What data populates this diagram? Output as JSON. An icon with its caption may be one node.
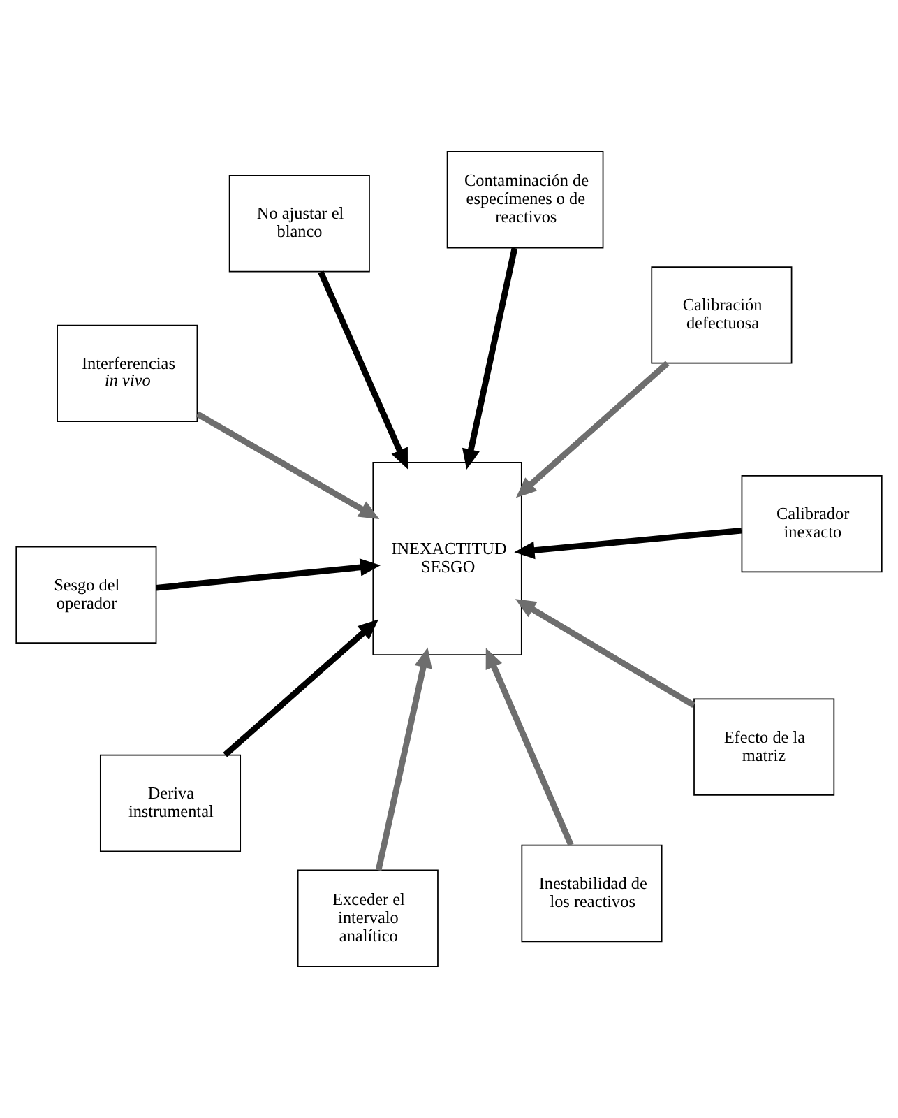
{
  "diagram": {
    "nodes": [
      {
        "text": [
          "Interferencias *in vivo*"
        ]
      },
      {
        "text": [
          "Calibración defectuosa"
        ]
      },
      {
        "text": [
          "Exceder el intervalo analítico"
        ]
      },
      {
        "text": [
          "Contaminación de especímenes o de reactivos"
        ]
      },
      {
        "text": [
          "INEXACTITUD",
          "SESGO"
        ]
      },
      {
        "text": [
          "No ajustar el blanco"
        ]
      },
      {
        "text": [
          "Deriva instrumental"
        ]
      },
      {
        "text": [
          "Calibrador inexacto"
        ]
      },
      {
        "text": [
          "Sesgo del operador"
        ]
      },
      {
        "text": [
          "Efecto de la matriz"
        ]
      },
      {
        "text": [
          "Inestabilidad de los reactivos"
        ]
      }
    ],
    "edges": [
      {
        "from": 0,
        "to": 4,
        "arrow": "to",
        "color": "#6e6e6e"
      },
      {
        "from": 1,
        "to": 4,
        "arrow": "to",
        "color": "#6e6e6e"
      },
      {
        "from": 2,
        "to": 4,
        "arrow": "to",
        "color": "#6e6e6e"
      },
      {
        "from": 3,
        "to": 4,
        "arrow": "to",
        "color": "#000000"
      },
      {
        "from": 5,
        "to": 4,
        "arrow": "to",
        "color": "#000000"
      },
      {
        "from": 6,
        "to": 4,
        "arrow": "to",
        "color": "#000000"
      },
      {
        "from": 7,
        "to": 4,
        "arrow": "to",
        "color": "#000000"
      },
      {
        "from": 8,
        "to": 4,
        "arrow": "to",
        "color": "#000000"
      },
      {
        "from": 9,
        "to": 4,
        "arrow": "to",
        "color": "#6e6e6e"
      },
      {
        "from": 10,
        "to": 4,
        "arrow": "to",
        "color": "#6e6e6e"
      }
    ]
  }
}
